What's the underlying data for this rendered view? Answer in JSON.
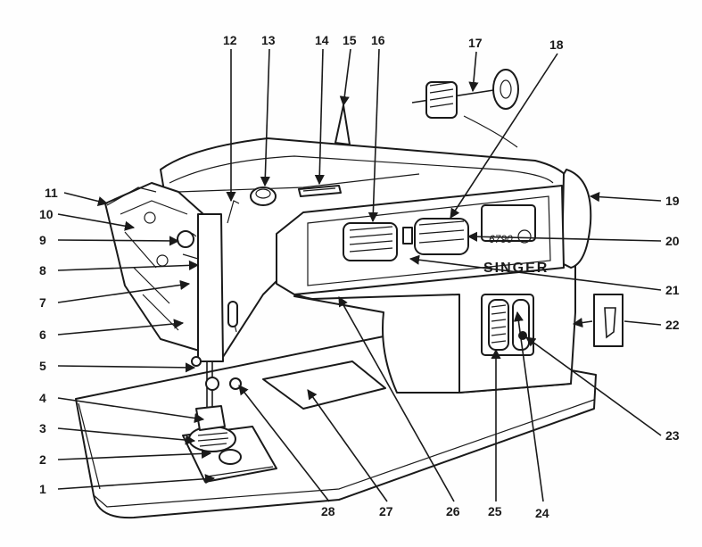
{
  "diagram": {
    "brand_label": "SINGER",
    "model_label": "6790",
    "callouts": [
      {
        "id": "c1",
        "label": "1"
      },
      {
        "id": "c2",
        "label": "2"
      },
      {
        "id": "c3",
        "label": "3"
      },
      {
        "id": "c4",
        "label": "4"
      },
      {
        "id": "c5",
        "label": "5"
      },
      {
        "id": "c6",
        "label": "6"
      },
      {
        "id": "c7",
        "label": "7"
      },
      {
        "id": "c8",
        "label": "8"
      },
      {
        "id": "c9",
        "label": "9"
      },
      {
        "id": "c10",
        "label": "10"
      },
      {
        "id": "c11",
        "label": "11"
      },
      {
        "id": "c12",
        "label": "12"
      },
      {
        "id": "c13",
        "label": "13"
      },
      {
        "id": "c14",
        "label": "14"
      },
      {
        "id": "c15",
        "label": "15"
      },
      {
        "id": "c16",
        "label": "16"
      },
      {
        "id": "c17",
        "label": "17"
      },
      {
        "id": "c18",
        "label": "18"
      },
      {
        "id": "c19",
        "label": "19"
      },
      {
        "id": "c20",
        "label": "20"
      },
      {
        "id": "c21",
        "label": "21"
      },
      {
        "id": "c22",
        "label": "22"
      },
      {
        "id": "c23",
        "label": "23"
      },
      {
        "id": "c24",
        "label": "24"
      },
      {
        "id": "c25",
        "label": "25"
      },
      {
        "id": "c26",
        "label": "26"
      },
      {
        "id": "c27",
        "label": "27"
      },
      {
        "id": "c28",
        "label": "28"
      }
    ]
  }
}
